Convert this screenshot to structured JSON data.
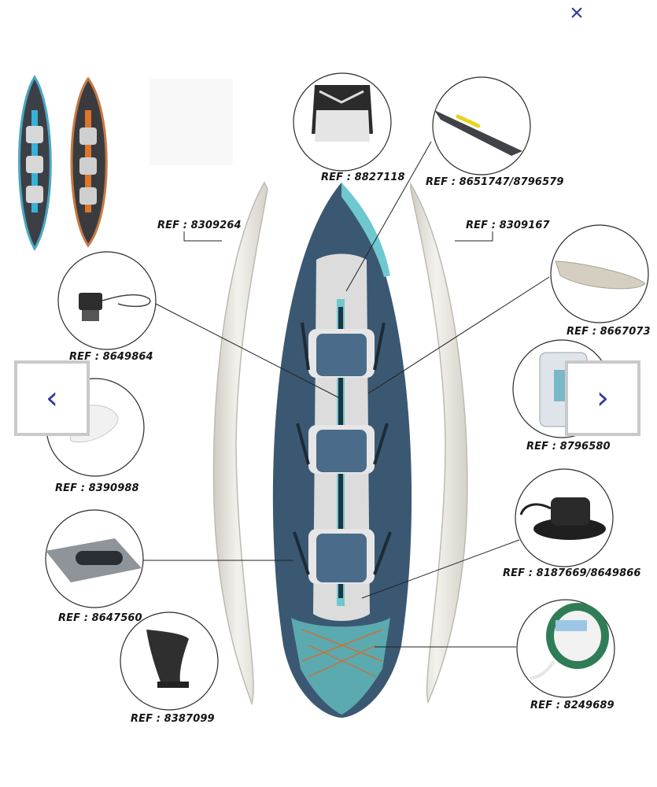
{
  "close_symbol": "×",
  "nav": {
    "prev_symbol": "‹",
    "next_symbol": "›"
  },
  "refs": {
    "seat": "REF : 8827118",
    "deck": "REF : 8651747/8796579",
    "side_left": "REF : 8309264",
    "side_right": "REF : 8309167",
    "valve": "REF : 8649864",
    "cushion": "REF : 8667073",
    "bag": "REF : 8796580",
    "pad": "REF : 8390988",
    "pump_valve": "REF : 8187669/8649866",
    "plate": "REF : 8647560",
    "cord": "REF : 8249689",
    "fin": "REF : 8387099"
  },
  "colors": {
    "accent": "#2f3aa6",
    "hull": "#3b5872",
    "teal": "#6fc8cf",
    "tube": "#e7e5dd",
    "nav_border": "#c9c9c9"
  },
  "icons": [
    "close-icon",
    "chevron-left-icon",
    "chevron-right-icon"
  ]
}
